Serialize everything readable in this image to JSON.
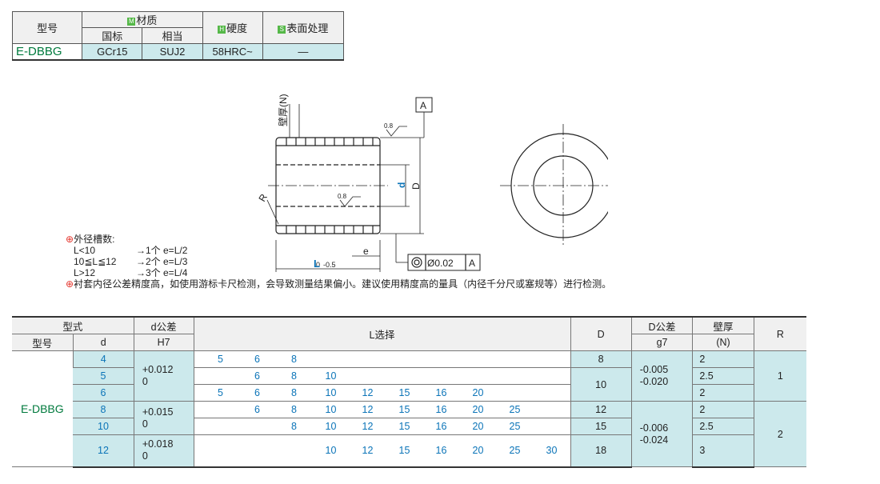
{
  "material_table": {
    "col_model": "型号",
    "col_material": "材质",
    "material_badge": "M",
    "col_hardness": "硬度",
    "hardness_badge": "H",
    "col_surface": "表面处理",
    "surface_badge": "S",
    "sub_gb": "国标",
    "sub_equiv": "相当",
    "row": {
      "model": "E-DBBG",
      "gb": "GCr15",
      "equiv": "SUJ2",
      "hardness": "58HRC~",
      "surface": "—"
    }
  },
  "drawing": {
    "label_wall": "壁厚(N)",
    "label_A": "A",
    "rough1": "0.8",
    "rough2": "0.8",
    "label_R": "R",
    "label_d": "d",
    "label_D": "D",
    "label_e": "e",
    "label_L": "L",
    "tol_L_upper": "0",
    "tol_L_lower": "-0.5",
    "concentricity": "Ø0.02",
    "datum": "A"
  },
  "notes": {
    "groove_title": "外径槽数:",
    "groove_rules": [
      {
        "cond": "L<10",
        "result": "→1个  e=L/2"
      },
      {
        "cond": "10≦L≦12",
        "result": "→2个  e=L/3"
      },
      {
        "cond": "L>12",
        "result": "→3个  e=L/4"
      }
    ],
    "warning": "衬套内径公差精度高，如使用游标卡尺检测，会导致测量结果偏小。建议使用精度高的量具（内径千分尺或塞规等）进行检测。"
  },
  "spec_table": {
    "headers": {
      "form": "型式",
      "model": "型号",
      "d": "d",
      "d_tol": "d公差",
      "d_tol_class": "H7",
      "l_select": "L选择",
      "D": "D",
      "D_tol": "D公差",
      "D_tol_class": "g7",
      "wall": "壁厚",
      "wall_unit": "(N)",
      "R": "R"
    },
    "model": "E-DBBG",
    "rows": [
      {
        "d": "4",
        "L": [
          "5",
          "6",
          "8",
          "",
          "",
          "",
          "",
          "",
          "",
          ""
        ],
        "D": "8",
        "N": "2"
      },
      {
        "d": "5",
        "L": [
          "",
          "6",
          "8",
          "10",
          "",
          "",
          "",
          "",
          "",
          ""
        ],
        "D": "10",
        "N": "2.5"
      },
      {
        "d": "6",
        "L": [
          "5",
          "6",
          "8",
          "10",
          "12",
          "15",
          "16",
          "20",
          "",
          ""
        ],
        "D": "",
        "N": "2"
      },
      {
        "d": "8",
        "L": [
          "",
          "6",
          "8",
          "10",
          "12",
          "15",
          "16",
          "20",
          "25",
          ""
        ],
        "D": "12",
        "N": "2"
      },
      {
        "d": "10",
        "L": [
          "",
          "",
          "8",
          "10",
          "12",
          "15",
          "16",
          "20",
          "25",
          ""
        ],
        "D": "15",
        "N": "2.5"
      },
      {
        "d": "12",
        "L": [
          "",
          "",
          "",
          "10",
          "12",
          "15",
          "16",
          "20",
          "25",
          "30"
        ],
        "D": "18",
        "N": "3"
      }
    ],
    "d_tol_groups": [
      {
        "upper": "+0.012",
        "lower": "0"
      },
      {
        "upper": "+0.015",
        "lower": "0"
      },
      {
        "upper": "+0.018",
        "lower": "0"
      }
    ],
    "D_tol_groups": [
      {
        "upper": "-0.005",
        "lower": "-0.020"
      },
      {
        "upper": "-0.006",
        "lower": "-0.024"
      }
    ],
    "R_groups": [
      "1",
      "2"
    ]
  }
}
